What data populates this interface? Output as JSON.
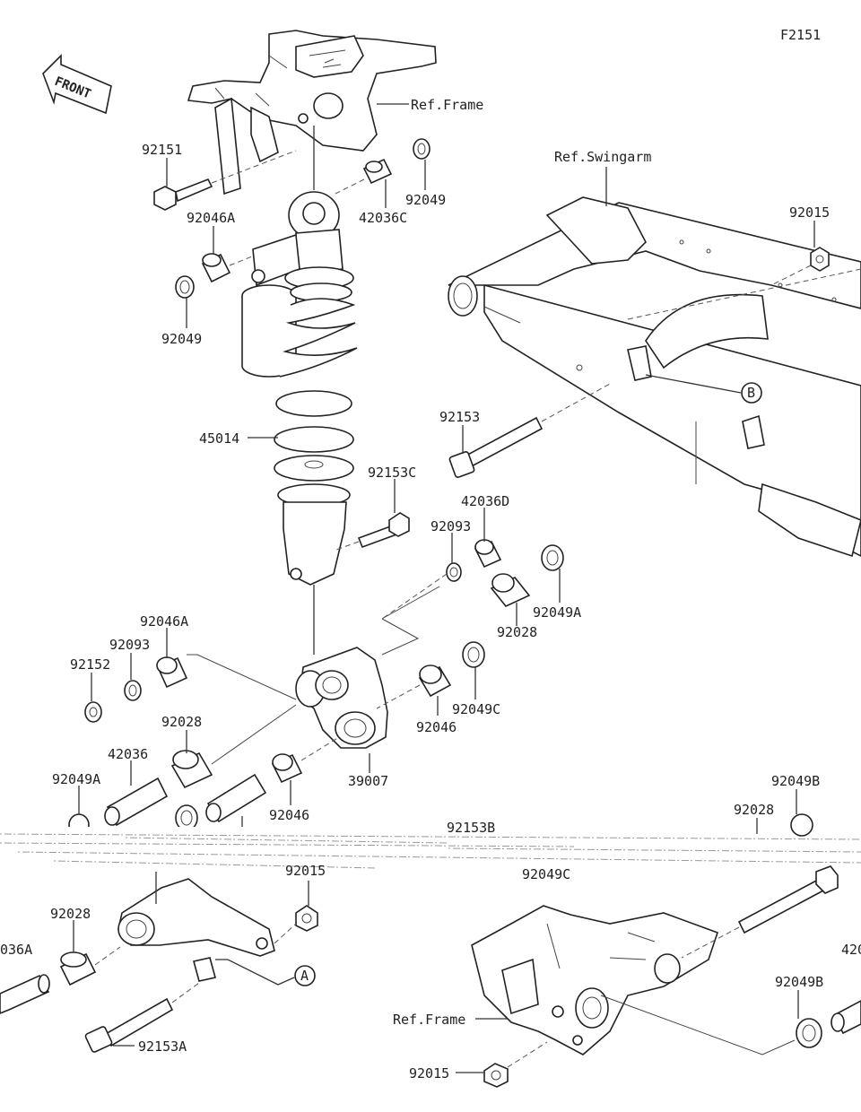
{
  "figure_code": "F2151",
  "front_label": "FRONT",
  "labels": {
    "ref_frame_top": "Ref.Frame",
    "ref_swingarm": "Ref.Swingarm",
    "ref_frame_bottom": "Ref.Frame",
    "p92151": "92151",
    "p92049_top": "92049",
    "p42036C": "42036C",
    "p92046A_top": "92046A",
    "p92049_left": "92049",
    "p92015_right": "92015",
    "p45014": "45014",
    "p92153": "92153",
    "p92153C": "92153C",
    "p42036D": "42036D",
    "p92093_mid": "92093",
    "p92049A_mid": "92049A",
    "p92028_mid": "92028",
    "p92046A_left": "92046A",
    "p92093_left": "92093",
    "p92152": "92152",
    "p92049C_mid": "92049C",
    "p92046_mid": "92046",
    "p92028_left": "92028",
    "p39007": "39007",
    "p42036": "42036",
    "p92046_low": "92046",
    "p92049A_left": "92049A",
    "p92153B": "92153B",
    "p92049B_top": "92049B",
    "p92028_right": "92028",
    "p92049C_low": "92049C",
    "p92015_low": "92015",
    "p92028_bottom": "92028",
    "p036A": "036A",
    "p92153A": "92153A",
    "p92049B_low": "92049B",
    "p92015_bottom": "92015",
    "p420_cut": "420",
    "callout_A": "A",
    "callout_B": "B"
  }
}
